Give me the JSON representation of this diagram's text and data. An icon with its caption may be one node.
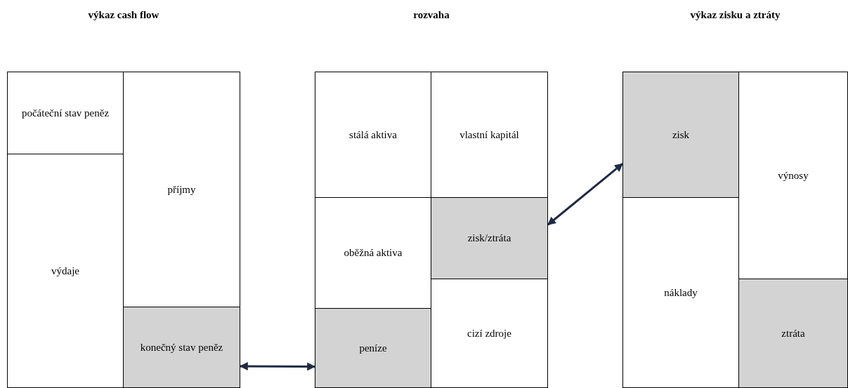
{
  "diagram": {
    "nodes": [
      {
        "text": [
          "výkaz cash flow"
        ]
      },
      {
        "text": [
          "počáteční stav peněz"
        ],
        "in": 0
      },
      {
        "text": [
          "příjmy"
        ],
        "in": 0
      },
      {
        "text": [
          "výdaje"
        ],
        "in": 0
      },
      {
        "text": [
          "konečný stav peněz"
        ],
        "in": 0
      },
      {
        "text": [
          "rozvaha"
        ]
      },
      {
        "text": [
          "stálá aktiva"
        ],
        "in": 5
      },
      {
        "text": [
          "vlastní kapitál"
        ],
        "in": 5
      },
      {
        "text": [
          "oběžná aktiva"
        ],
        "in": 5
      },
      {
        "text": [
          "zisk/ztráta"
        ],
        "in": 5
      },
      {
        "text": [
          "peníze"
        ],
        "in": 5
      },
      {
        "text": [
          "cizí zdroje"
        ],
        "in": 5
      },
      {
        "text": [
          "výkaz zisku a ztráty"
        ]
      },
      {
        "text": [
          "zisk"
        ],
        "in": 12
      },
      {
        "text": [
          "výnosy"
        ],
        "in": 12
      },
      {
        "text": [
          "náklady"
        ],
        "in": 12
      },
      {
        "text": [
          "ztráta"
        ],
        "in": 12
      }
    ],
    "edges": [
      {
        "from": 4,
        "to": 10,
        "arrow": "both"
      },
      {
        "from": 9,
        "to": 13,
        "arrow": "both"
      }
    ]
  }
}
